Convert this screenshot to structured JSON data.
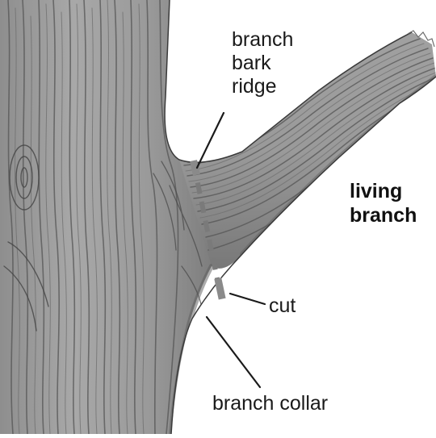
{
  "diagram": {
    "labels": {
      "branch_bark_ridge": [
        "branch",
        "bark",
        "ridge"
      ],
      "living_branch": [
        "living",
        "branch"
      ],
      "cut": "cut",
      "branch_collar": "branch collar"
    },
    "colors": {
      "background": "#ffffff",
      "bark_light": "#a4a4a4",
      "bark_mid": "#8a8a8a",
      "bark_dark": "#4a4a4a",
      "cut_mark": "#7a7a7a",
      "leader_line": "#1a1a1a"
    }
  }
}
